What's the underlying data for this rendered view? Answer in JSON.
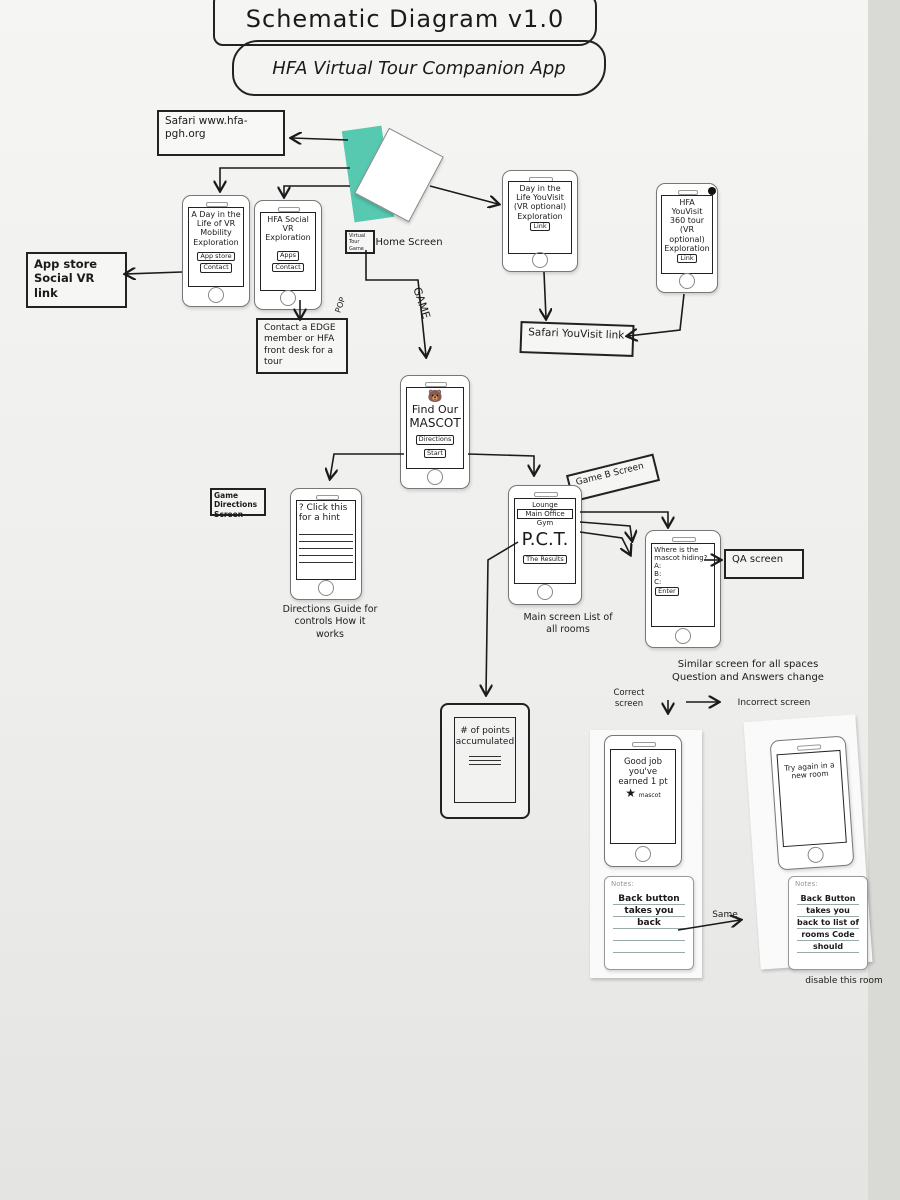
{
  "header": {
    "title": "Schematic Diagram v1.0",
    "subtitle": "HFA Virtual Tour Companion App"
  },
  "boxes": {
    "safari_top": "Safari www.hfa-pgh.org",
    "app_store": "App store Social VR link",
    "contact": "Contact a EDGE member or HFA front desk for a tour",
    "pop": "POP",
    "safari_youvisit": "Safari YouVisit link",
    "game_directions": "Game Directions Screen",
    "game_screen": "Game B Screen",
    "qa_screen": "QA screen",
    "points_screen": "# of points accumulated"
  },
  "labels": {
    "home_screen": "Home Screen",
    "game": "GAME",
    "directions_caption": "Directions Guide for controls How it works",
    "main_caption": "Main screen List of all rooms",
    "similar_caption": "Similar screen for all spaces Question and Answers change",
    "correct": "Correct screen",
    "incorrect": "Incorrect screen",
    "same": "Same",
    "disable": "disable this room"
  },
  "phones": {
    "day_vr": {
      "line1": "A Day in the Life of VR",
      "line2": "Mobility Exploration",
      "btn1": "App store",
      "btn2": "Contact"
    },
    "social_vr": {
      "line1": "HFA Social VR Exploration",
      "btn1": "Apps",
      "btn2": "Contact"
    },
    "youvisit_1": {
      "line1": "Day in the Life YouVisit (VR optional) Exploration",
      "btn": "Link"
    },
    "youvisit_2": {
      "line1": "HFA YouVisit 360 tour (VR optional) Exploration",
      "btn": "Link"
    },
    "home_mini": {
      "line1": "Virtual Tour Game"
    },
    "mascot": {
      "line1": "Find Our",
      "line2": "MASCOT",
      "btn1": "Directions",
      "btn2": "Start"
    },
    "directions": {
      "line1": "? Click this for a hint"
    },
    "main": {
      "line1": "Lounge",
      "line2": "Main Office",
      "line3": "Gym",
      "big": "P.C.T.",
      "btn": "The Results"
    },
    "qa": {
      "line1": "Where is the mascot hiding?",
      "a": "A:",
      "b": "B:",
      "c": "C:",
      "btn": "Enter"
    },
    "correct": {
      "line1": "Good job you've earned 1 pt",
      "star": "★",
      "extra": "mascot"
    },
    "incorrect": {
      "line1": "Try again in a new room"
    }
  },
  "notes": {
    "correct": {
      "header": "Notes:",
      "text": "Back button takes you back"
    },
    "incorrect": {
      "header": "Notes:",
      "text": "Back Button takes you back to list of rooms Code should"
    }
  },
  "colors": {
    "ink": "#1b1b1b",
    "paper": "#f3f3f1",
    "sticky_teal": "#56c9b0"
  }
}
